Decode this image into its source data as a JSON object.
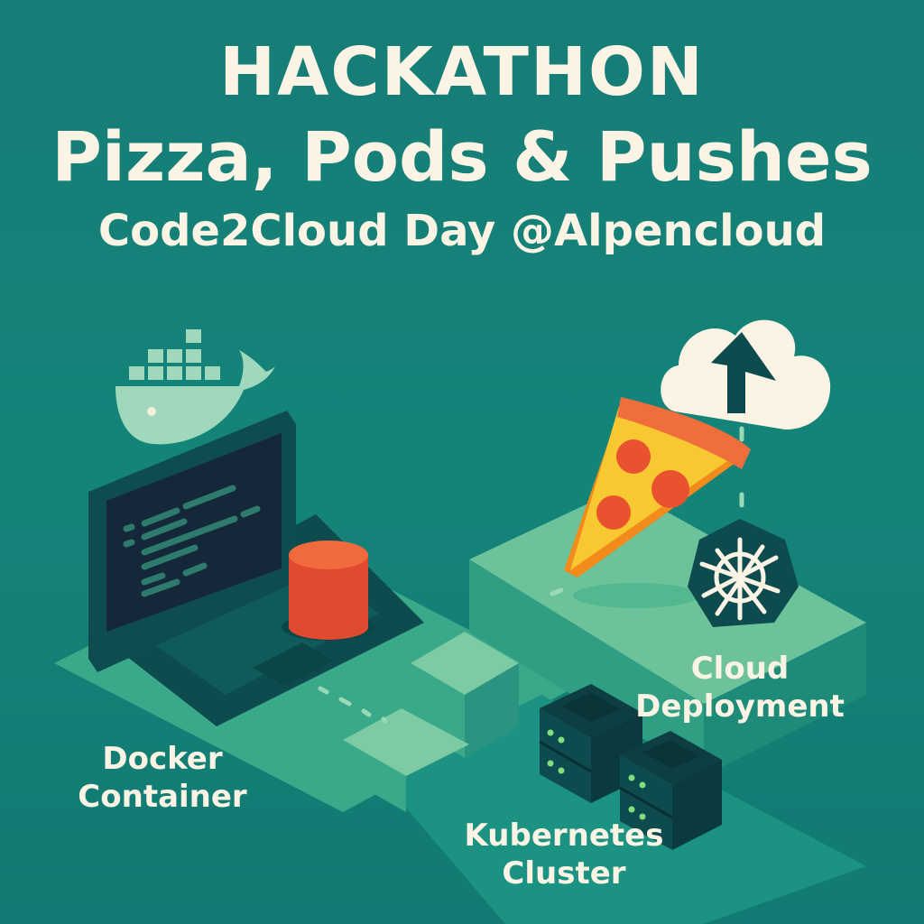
{
  "title": {
    "line1": "HACKATHON",
    "line2": "Pizza, Pods & Pushes",
    "line3": "Code2Cloud Day @Alpencloud"
  },
  "labels": {
    "docker": [
      "Docker",
      "Container"
    ],
    "kubernetes": [
      "Kubernetes",
      "Cluster"
    ],
    "cloud": [
      "Cloud",
      "Deployment"
    ]
  },
  "icons": [
    "docker-whale-icon",
    "laptop-icon",
    "database-cylinder-icon",
    "pizza-slice-icon",
    "cloud-upload-icon",
    "kubernetes-helm-icon",
    "server-rack-icon"
  ],
  "colors": {
    "background": "#167d77",
    "text": "#fbf4e4",
    "platform_light": "#6cc39a",
    "platform_mid": "#3aa98a",
    "dark": "#0e4b4f",
    "screen": "#14283a",
    "accent_red": "#e8522f",
    "pizza_yellow": "#f7c832",
    "led_green": "#7fe07a"
  }
}
